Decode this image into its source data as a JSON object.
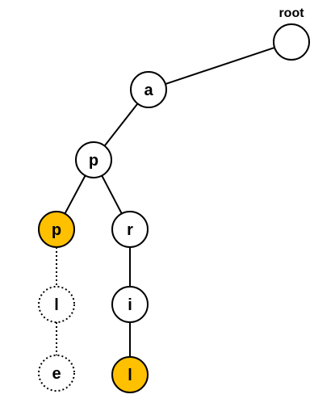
{
  "root": {
    "label": "root"
  },
  "colors": {
    "highlight": "#ffc000",
    "plain": "#ffffff",
    "stroke": "#000000"
  },
  "nodes": [
    {
      "id": "root",
      "text": "",
      "style": "solid",
      "fill": "plain"
    },
    {
      "id": "a",
      "text": "a",
      "style": "solid",
      "fill": "plain"
    },
    {
      "id": "p1",
      "text": "p",
      "style": "solid",
      "fill": "plain"
    },
    {
      "id": "p2",
      "text": "p",
      "style": "solid",
      "fill": "highlight"
    },
    {
      "id": "r",
      "text": "r",
      "style": "solid",
      "fill": "plain"
    },
    {
      "id": "l1",
      "text": "l",
      "style": "dotted",
      "fill": "plain"
    },
    {
      "id": "i",
      "text": "i",
      "style": "solid",
      "fill": "plain"
    },
    {
      "id": "e",
      "text": "e",
      "style": "dotted",
      "fill": "plain"
    },
    {
      "id": "l2",
      "text": "l",
      "style": "solid",
      "fill": "highlight"
    }
  ],
  "edges": [
    {
      "from": "root",
      "to": "a",
      "style": "solid"
    },
    {
      "from": "a",
      "to": "p1",
      "style": "solid"
    },
    {
      "from": "p1",
      "to": "p2",
      "style": "solid"
    },
    {
      "from": "p1",
      "to": "r",
      "style": "solid"
    },
    {
      "from": "p2",
      "to": "l1",
      "style": "dotted"
    },
    {
      "from": "l1",
      "to": "e",
      "style": "dotted"
    },
    {
      "from": "r",
      "to": "i",
      "style": "solid"
    },
    {
      "from": "i",
      "to": "l2",
      "style": "solid"
    }
  ]
}
